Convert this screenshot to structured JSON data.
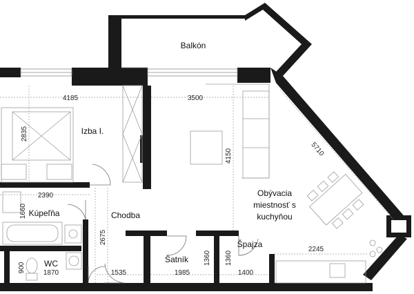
{
  "rooms": {
    "balkon": "Balkón",
    "izba": "Izba I.",
    "obyvacia_1": "Obývacia",
    "obyvacia_2": "miestnosť s",
    "obyvacia_3": "kuchyňou",
    "kupelna": "Kúpeľňa",
    "chodba": "Chodba",
    "wc": "WC",
    "satnik": "Šatník",
    "spajza": "Špajza"
  },
  "dimensions": {
    "d4185": "4185",
    "d3500": "3500",
    "d2835": "2835",
    "d4150": "4150",
    "d5710": "5710",
    "d2390": "2390",
    "d1660": "1660",
    "d2675": "2675",
    "d900": "900",
    "d1870": "1870",
    "d1535": "1535",
    "d1985": "1985",
    "d1360a": "1360",
    "d1360b": "1360",
    "d1400": "1400",
    "d2245": "2245"
  },
  "colors": {
    "wall": "#1a1a1a",
    "line": "#8a8a8a"
  }
}
